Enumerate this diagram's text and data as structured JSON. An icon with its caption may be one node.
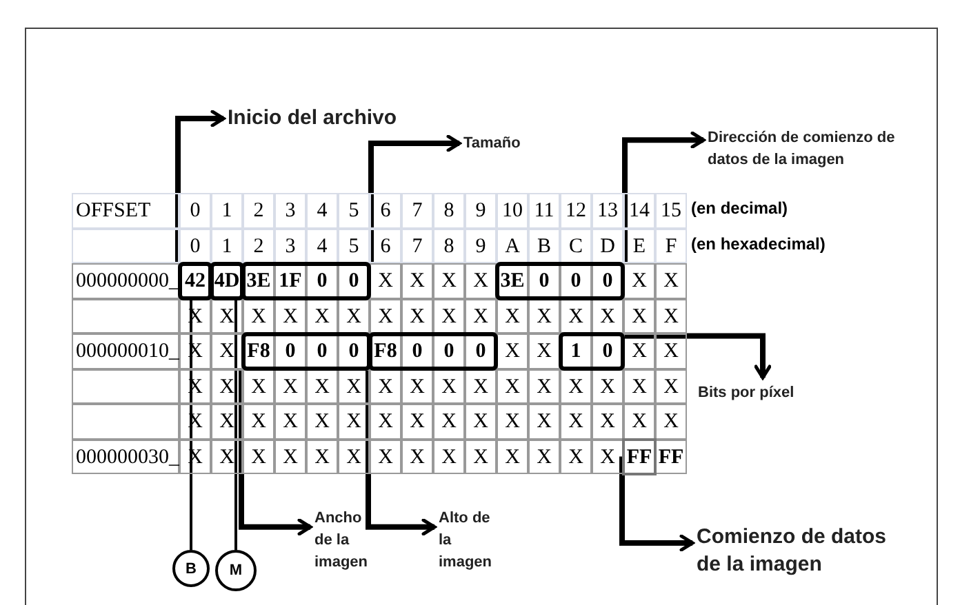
{
  "diagram": {
    "nodes": [
      {
        "text": [
          "Inicio del archivo"
        ]
      },
      {
        "text": [
          "Tamaño"
        ]
      },
      {
        "text": [
          "Dirección de comienzo de datos de la imagen"
        ]
      },
      {
        "text": [
          "Bits por píxel"
        ]
      },
      {
        "text": [
          "Ancho de la imagen"
        ]
      },
      {
        "text": [
          "Alto de la imagen"
        ]
      },
      {
        "text": [
          "Comienzo de datos de la imagen"
        ]
      },
      {
        "text": [
          "B"
        ]
      },
      {
        "text": [
          "M"
        ]
      },
      {
        "text": [],
        "shape": "box"
      },
      {
        "text": [],
        "shape": "box"
      },
      {
        "text": [],
        "shape": "box"
      },
      {
        "text": [],
        "shape": "box"
      },
      {
        "text": [],
        "shape": "box"
      },
      {
        "text": [],
        "shape": "box"
      },
      {
        "text": [],
        "shape": "box"
      },
      {
        "text": [],
        "shape": "box"
      }
    ],
    "edges": [
      {
        "from": 9,
        "to": 0,
        "arrow": "to"
      },
      {
        "from": 11,
        "to": 1,
        "arrow": "to"
      },
      {
        "from": 12,
        "to": 2,
        "arrow": "to"
      },
      {
        "from": 15,
        "to": 3,
        "arrow": "to"
      },
      {
        "from": 13,
        "to": 4,
        "arrow": "to"
      },
      {
        "from": 14,
        "to": 5,
        "arrow": "to"
      },
      {
        "from": 16,
        "to": 6,
        "arrow": "to"
      },
      {
        "from": 7,
        "to": 9,
        "arrow": "none"
      },
      {
        "from": 8,
        "to": 10,
        "arrow": "none"
      }
    ],
    "labels": [
      "OFFSET",
      "0",
      "1",
      "2",
      "3",
      "4",
      "5",
      "6",
      "7",
      "8",
      "9",
      "10",
      "11",
      "12",
      "13",
      "14",
      "15",
      "(en decimal)",
      "0",
      "1",
      "2",
      "3",
      "4",
      "5",
      "6",
      "7",
      "8",
      "9",
      "A",
      "B",
      "C",
      "D",
      "E",
      "F",
      "(en hexadecimal)",
      "000000000_",
      "42",
      "4D",
      "3E",
      "1F",
      "0",
      "0",
      "X",
      "X",
      "X",
      "X",
      "3E",
      "0",
      "0",
      "0",
      "X",
      "X",
      "X",
      "X",
      "X",
      "X",
      "X",
      "X",
      "X",
      "X",
      "X",
      "X",
      "X",
      "X",
      "X",
      "X",
      "X",
      "X",
      "000000010_",
      "X",
      "X",
      "F8",
      "0",
      "0",
      "0",
      "F8",
      "0",
      "0",
      "0",
      "X",
      "X",
      "1",
      "0",
      "X",
      "X",
      "X",
      "X",
      "X",
      "X",
      "X",
      "X",
      "X",
      "X",
      "X",
      "X",
      "X",
      "X",
      "X",
      "X",
      "X",
      "X",
      "X",
      "X",
      "X",
      "X",
      "X",
      "X",
      "X",
      "X",
      "X",
      "X",
      "X",
      "X",
      "X",
      "X",
      "X",
      "X",
      "000000030_",
      "X",
      "X",
      "X",
      "X",
      "X",
      "X",
      "X",
      "X",
      "X",
      "X",
      "X",
      "X",
      "X",
      "X",
      "FF",
      "FF"
    ]
  }
}
